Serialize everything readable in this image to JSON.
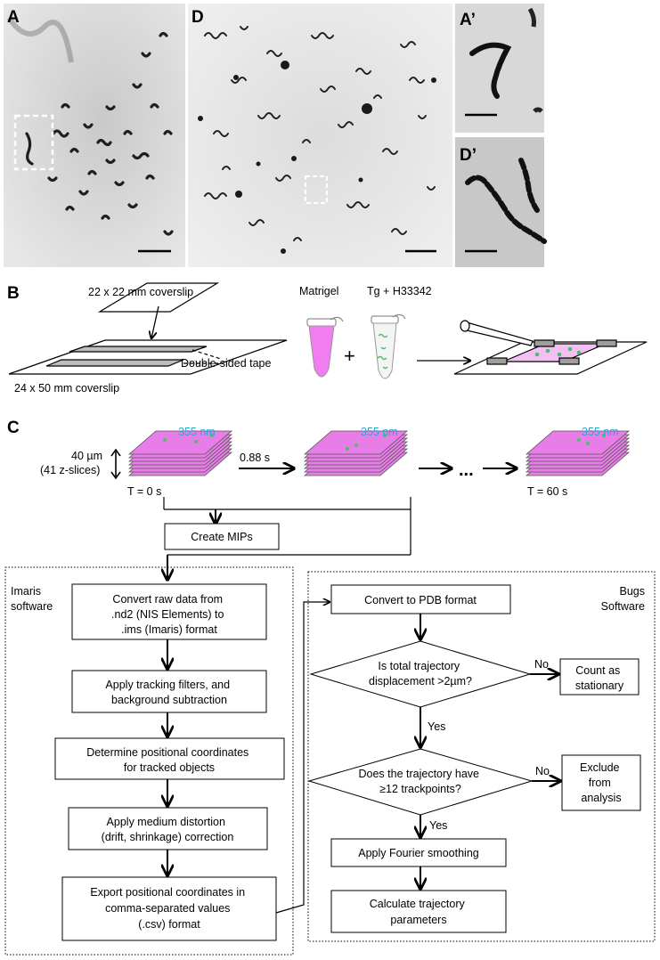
{
  "panels": {
    "A": {
      "letter": "A"
    },
    "D": {
      "letter": "D"
    },
    "A_prime": {
      "letter": "A’"
    },
    "D_prime": {
      "letter": "D’"
    },
    "B": {
      "letter": "B"
    },
    "C": {
      "letter": "C"
    }
  },
  "panel_b": {
    "top_coverslip": "22 x 22 mm coverslip",
    "bottom_coverslip": "24 x 50 mm coverslip",
    "tape": "Double-sided tape",
    "matrigel": "Matrigel",
    "tg": "Tg + H33342",
    "plus": "+"
  },
  "panel_c": {
    "wavelength": "355 nm",
    "depth": "40 µm",
    "slices": "(41 z-slices)",
    "interval": "0.88 s",
    "t_start": "T = 0 s",
    "t_end": "T = 60 s",
    "ellipsis": "...",
    "create_mips": "Create MIPs",
    "imaris_label_1": "Imaris",
    "imaris_label_2": "software",
    "bugs_label_1": "Bugs",
    "bugs_label_2": "Software",
    "imaris_steps": [
      [
        "Convert raw data from",
        ".nd2 (NIS Elements) to",
        ".ims (Imaris) format"
      ],
      [
        "Apply tracking filters, and",
        "background subtraction"
      ],
      [
        "Determine positional coordinates",
        "for tracked objects"
      ],
      [
        "Apply medium distortion",
        "(drift, shrinkage) correction"
      ],
      [
        "Export positional coordinates in",
        "comma-separated values",
        "(.csv) format"
      ]
    ],
    "bugs_convert": "Convert to PDB format",
    "decision_1": [
      "Is total trajectory",
      "displacement >2µm?"
    ],
    "decision_2": [
      "Does the trajectory have",
      "≥12 trackpoints?"
    ],
    "no": "No",
    "yes": "Yes",
    "stationary": [
      "Count as",
      "stationary"
    ],
    "exclude": [
      "Exclude",
      "from",
      "analysis"
    ],
    "fourier": "Apply Fourier smoothing",
    "calculate": [
      "Calculate trajectory",
      "parameters"
    ]
  },
  "colors": {
    "magenta": "#e87de8",
    "tube_pink": "#f07ef0",
    "cyan": "#29a8d8",
    "green_dot": "#4cbf6a"
  }
}
